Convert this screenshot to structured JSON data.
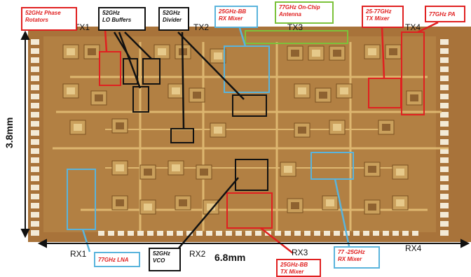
{
  "dimensions": {
    "width_label": "6.8mm",
    "height_label": "3.8mm"
  },
  "ports": {
    "tx1": "TX1",
    "tx2": "TX2",
    "tx3": "TX3",
    "tx4": "TX4",
    "rx1": "RX1",
    "rx2": "RX2",
    "rx3": "RX3",
    "rx4": "RX4"
  },
  "callouts": {
    "phase_rotators": [
      "52GHz Phase",
      "Rotators"
    ],
    "lo_buffers": [
      "52GHz",
      "LO Buffers"
    ],
    "divider": [
      "52GHz",
      "Divider"
    ],
    "rx_mixer_bb": [
      "25GHz-BB",
      "RX Mixer"
    ],
    "antenna": [
      "77GHz On-Chip",
      "Antenna"
    ],
    "tx_mixer_25_77": [
      "25-77GHz",
      "TX Mixer"
    ],
    "pa": [
      "77GHz PA"
    ],
    "lna": [
      "77GHz LNA"
    ],
    "vco": [
      "52GHz",
      "VCO"
    ],
    "tx_mixer_bb": [
      "25GHz-BB",
      "TX Mixer"
    ],
    "rx_mixer_77_25": [
      "77 -25GHz",
      "RX Mixer"
    ]
  },
  "colors": {
    "die_background": "#b07a3e",
    "metal": "#d9b064",
    "red": "#e02020",
    "black": "#111111",
    "blue": "#5ab4dc",
    "green": "#7cc23a"
  }
}
